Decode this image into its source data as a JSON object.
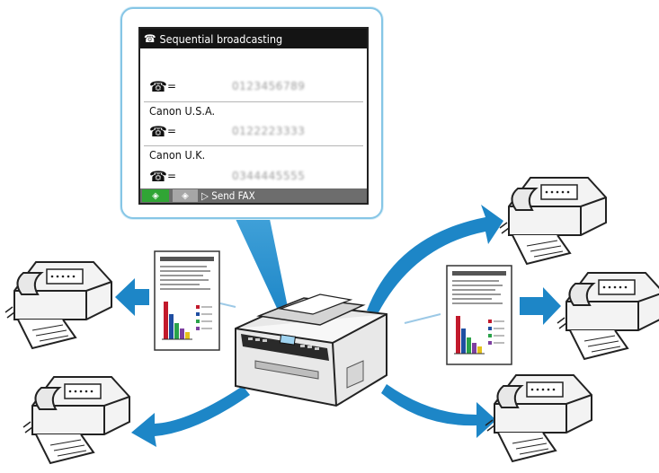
{
  "screen": {
    "title": "Sequential broadcasting",
    "title_icon": "broadcast-fax-icon",
    "entries": [
      {
        "name": "",
        "number": "0123456789"
      },
      {
        "name": "Canon U.S.A.",
        "number": "0122223333"
      },
      {
        "name": "Canon U.K.",
        "number": "0344445555"
      }
    ],
    "equals": "=",
    "footer": {
      "action_label": "Send FAX"
    }
  },
  "colors": {
    "arrow_blue": "#1d86c7",
    "callout_border": "#86c6e6",
    "lcd_title_bg": "#141414",
    "footer_green": "#30a535"
  },
  "icons": [
    "phone-icon",
    "color-start-icon",
    "black-start-icon",
    "send-arrow-icon",
    "fax-machine-icon",
    "document-icon",
    "printer-icon"
  ]
}
